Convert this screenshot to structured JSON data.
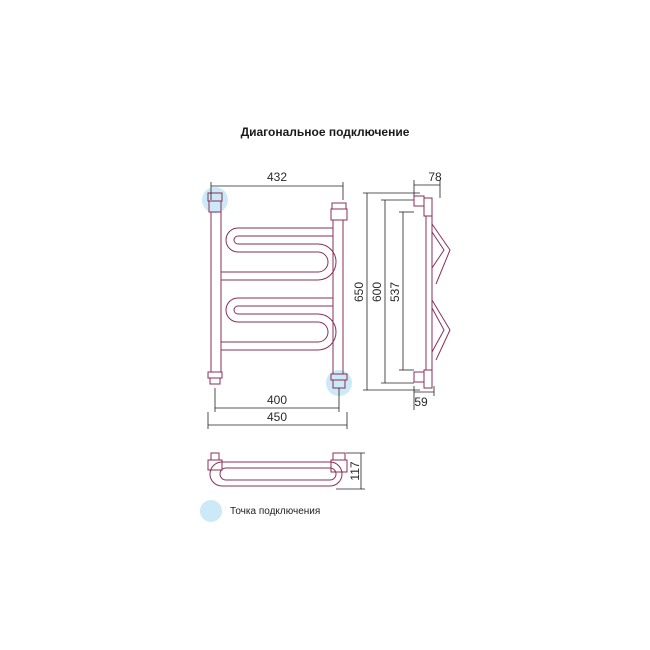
{
  "title": "Диагональное подключение",
  "dimensions": {
    "top_width": "432",
    "inner_width": "400",
    "overall_width": "450",
    "height_overall": "650",
    "height_600": "600",
    "height_537": "537",
    "depth_top": "78",
    "depth_bottom": "59",
    "plan_depth": "117"
  },
  "legend": {
    "label": "Точка подключения",
    "color": "#cbe9f6"
  },
  "colors": {
    "pipe_outline": "#8a2f56",
    "dimension_line": "#222222",
    "connection_highlight": "#cbe9f6"
  }
}
